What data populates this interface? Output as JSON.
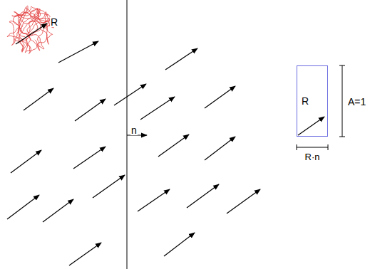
{
  "diagram": {
    "nodes": [
      {
        "text": [
          "R"
        ]
      }
    ],
    "labels": [
      "R",
      "n",
      "A=1",
      "R·n"
    ]
  }
}
